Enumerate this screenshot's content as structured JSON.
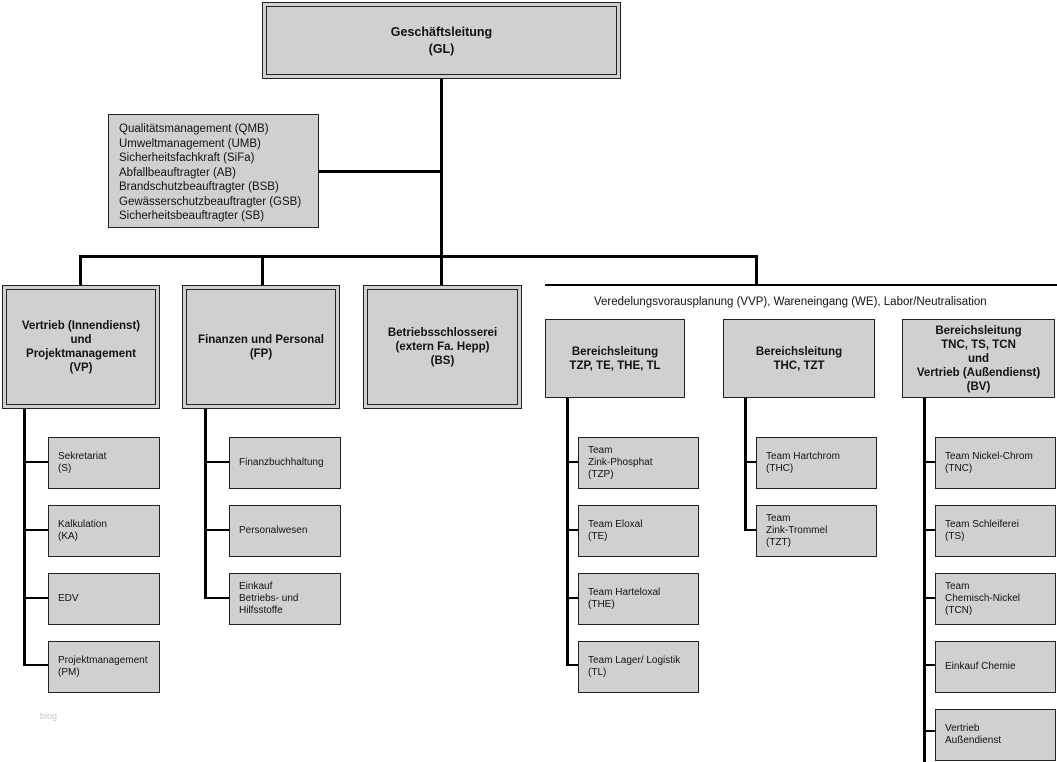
{
  "management": {
    "line1": "Geschäftsleitung",
    "line2": "(GL)"
  },
  "staff": {
    "items": [
      "Qualitätsmanagement (QMB)",
      "Umweltmanagement (UMB)",
      "Sicherheitsfachkraft (SiFa)",
      "Abfallbeauftragter (AB)",
      "Brandschutzbeauftragter (BSB)",
      "Gewässerschutzbeauftragter (GSB)",
      "Sicherheitsbeauftragter (SB)"
    ]
  },
  "departments": {
    "vp": {
      "lines": [
        "Vertrieb (Innendienst)",
        "und",
        "Projektmanagement",
        "(VP)"
      ]
    },
    "fp": {
      "lines": [
        "Finanzen und Personal",
        "(FP)"
      ]
    },
    "bs": {
      "lines": [
        "Betriebsschlosserei",
        "(extern Fa. Hepp)",
        "(BS)"
      ]
    }
  },
  "production": {
    "heading": "Veredelungsvorausplanung (VVP), Wareneingang (WE), Labor/Neutralisation",
    "tzp": {
      "lines": [
        "Bereichsleitung",
        "TZP, TE, THE, TL"
      ]
    },
    "thc": {
      "lines": [
        "Bereichsleitung",
        "THC, TZT"
      ]
    },
    "bv": {
      "lines": [
        "Bereichsleitung",
        "TNC, TS, TCN",
        "und",
        "Vertrieb (Außendienst)",
        "(BV)"
      ]
    }
  },
  "teams": {
    "vp": [
      [
        "Sekretariat",
        "(S)"
      ],
      [
        "Kalkulation",
        "(KA)"
      ],
      [
        "EDV"
      ],
      [
        "Projektmanagement",
        "(PM)"
      ]
    ],
    "fp": [
      [
        "Finanzbuchhaltung"
      ],
      [
        "Personalwesen"
      ],
      [
        "Einkauf",
        "Betriebs- und",
        "Hilfsstoffe"
      ]
    ],
    "tzp": [
      [
        "Team",
        "Zink-Phosphat",
        "(TZP)"
      ],
      [
        "Team Eloxal",
        "(TE)"
      ],
      [
        "Team Harteloxal",
        "(THE)"
      ],
      [
        "Team Lager/ Logistik",
        "(TL)"
      ]
    ],
    "thc": [
      [
        "Team Hartchrom",
        "(THC)"
      ],
      [
        "Team",
        "Zink-Trommel",
        "(TZT)"
      ]
    ],
    "bv": [
      [
        "Team Nickel-Chrom",
        "(TNC)"
      ],
      [
        "Team Schleiferei",
        "(TS)"
      ],
      [
        "Team",
        "Chemisch-Nickel",
        "(TCN)"
      ],
      [
        "Einkauf Chemie"
      ],
      [
        "Vertrieb",
        "Außendienst"
      ]
    ]
  },
  "watermark": "blog"
}
